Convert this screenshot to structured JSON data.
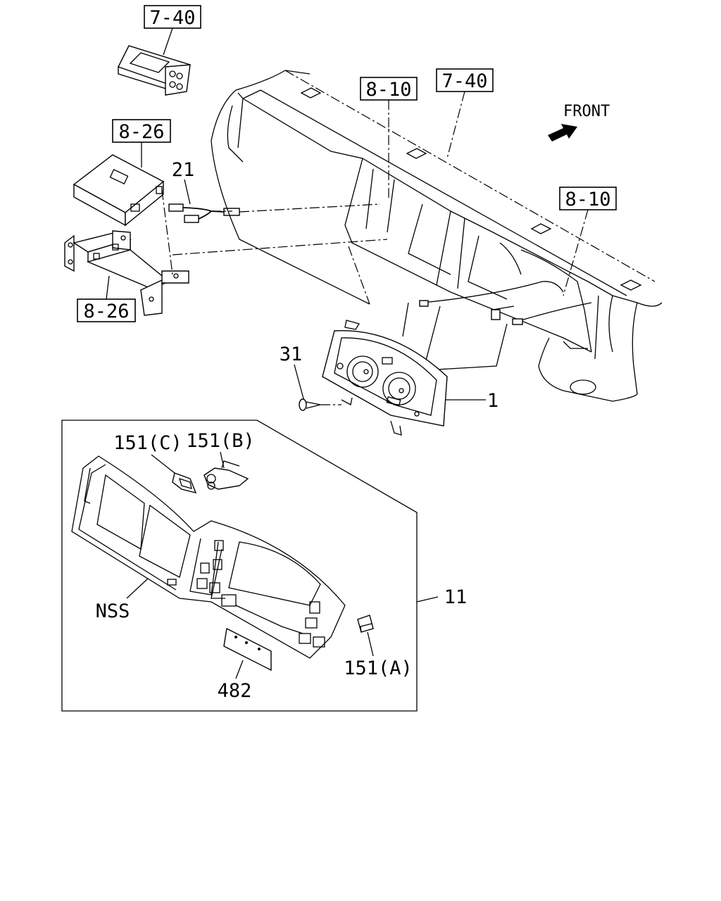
{
  "diagram": {
    "refs": {
      "ref_7_40_top": "7-40",
      "ref_7_40_dash": "7-40",
      "ref_8_10_top": "8-10",
      "ref_8_10_right": "8-10",
      "ref_8_26_top": "8-26",
      "ref_8_26_bottom": "8-26"
    },
    "labels": {
      "front": "FRONT",
      "part_21": "21",
      "part_31": "31",
      "part_1": "1",
      "part_11": "11",
      "part_151c": "151(C)",
      "part_151b": "151(B)",
      "part_151a": "151(A)",
      "part_nss": "NSS",
      "part_482": "482"
    }
  }
}
